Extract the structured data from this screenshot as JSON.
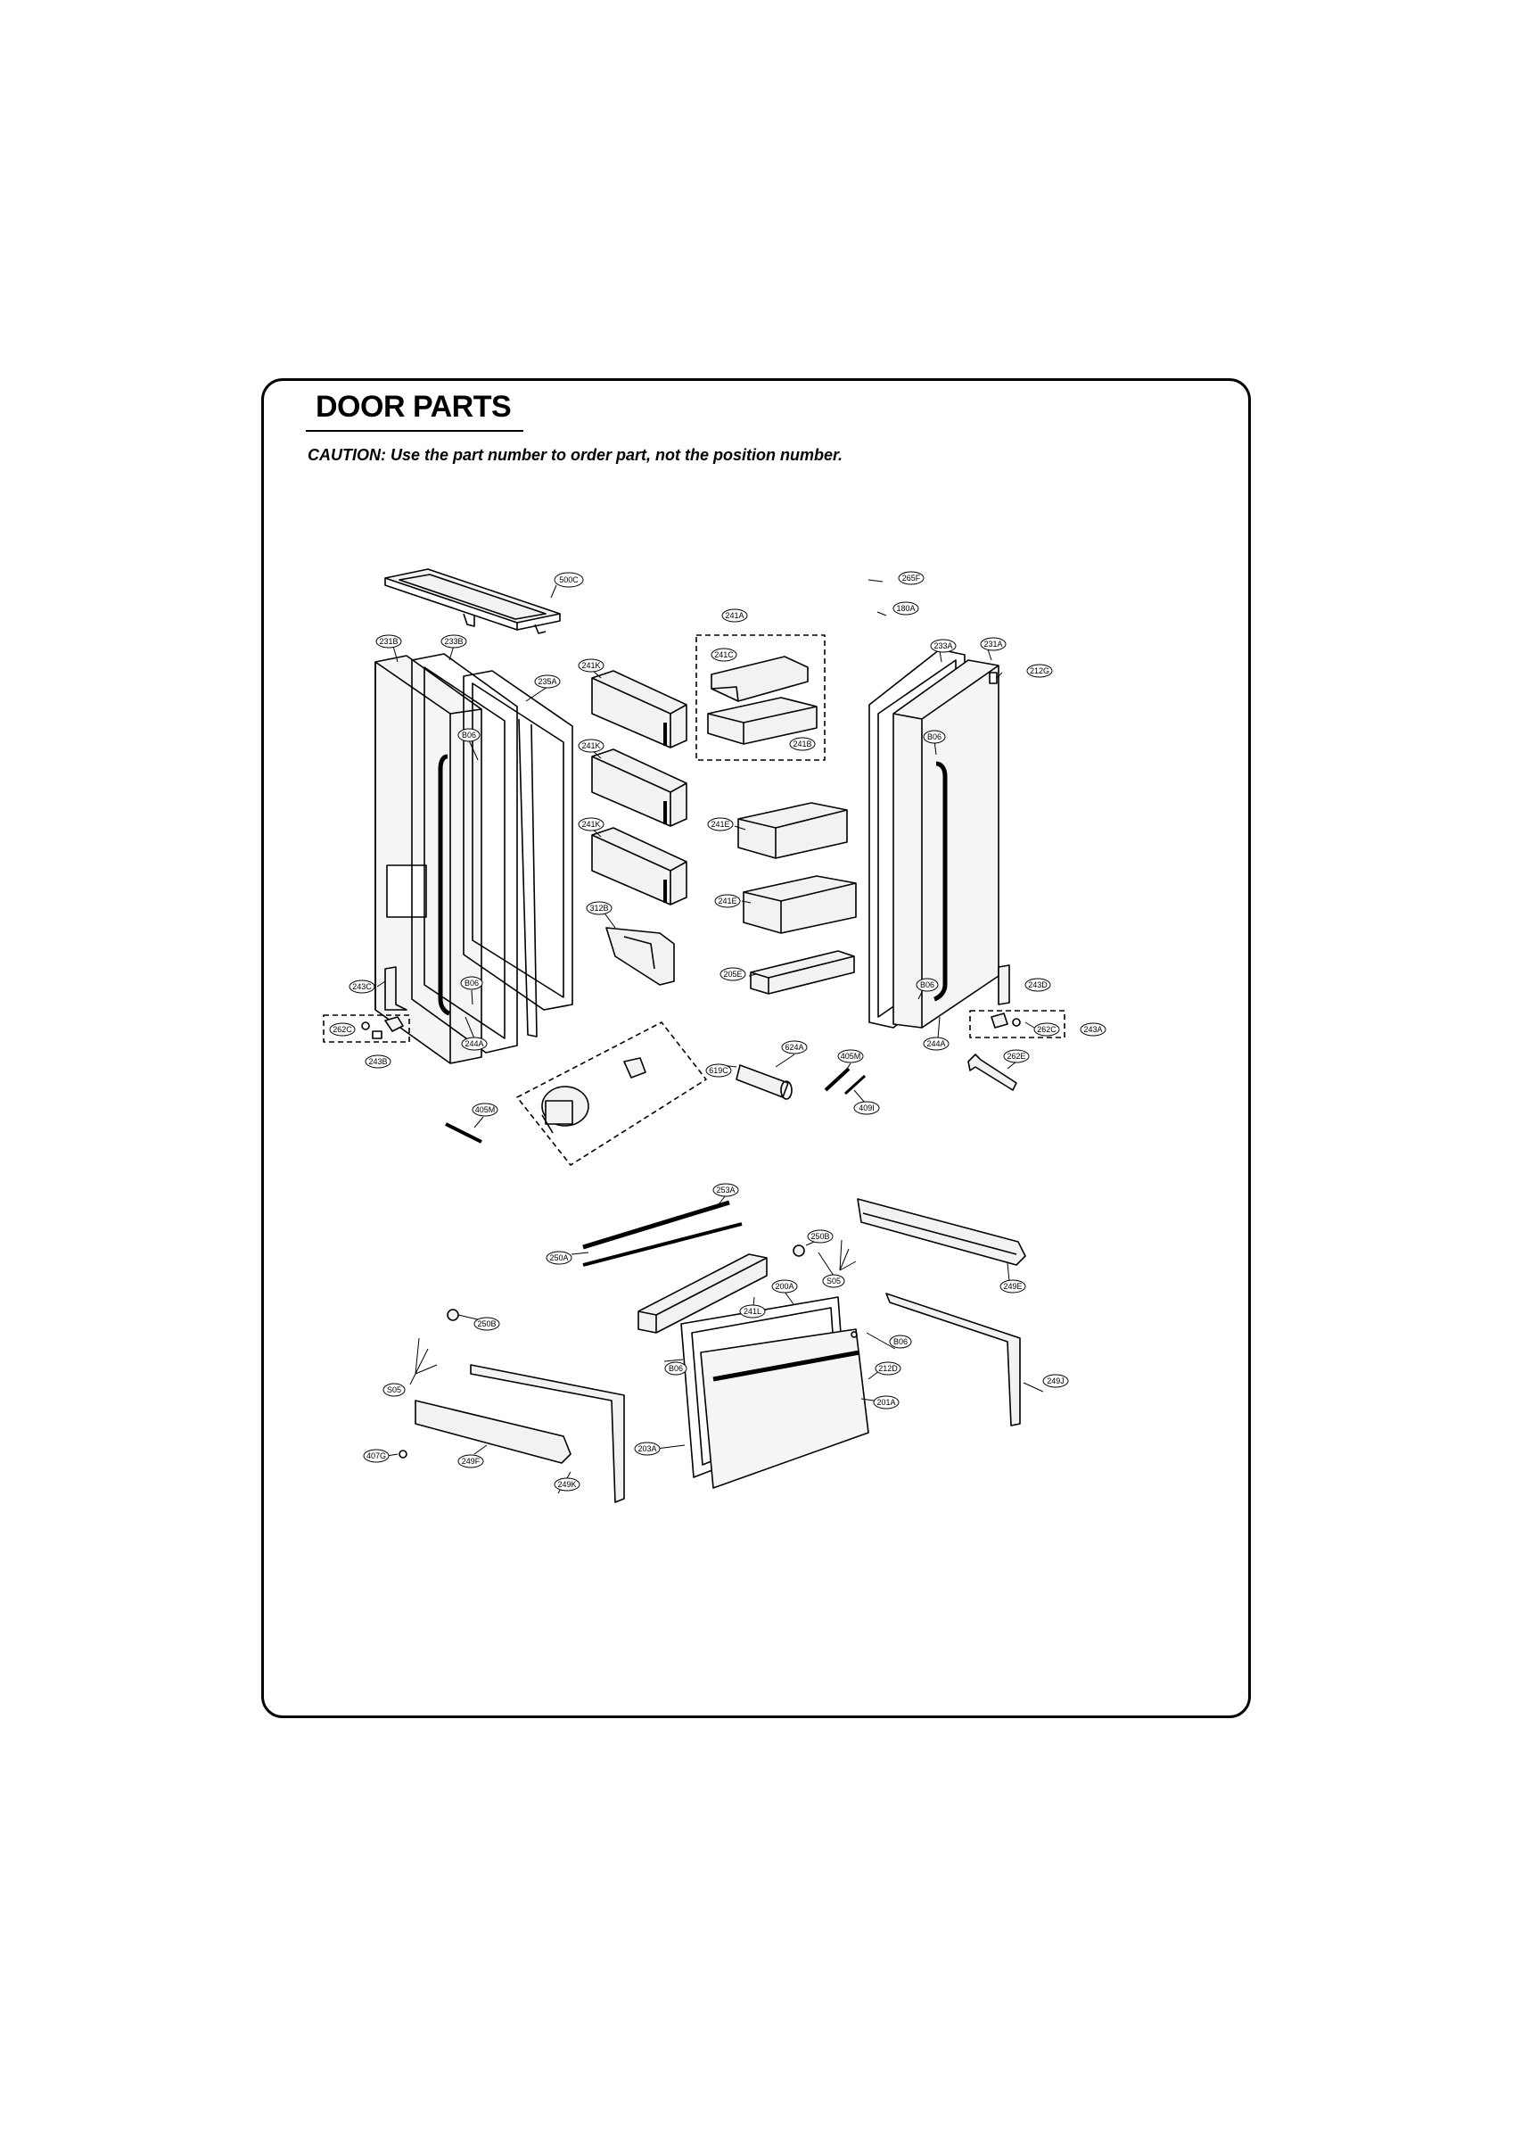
{
  "section": {
    "title": "DOOR PARTS",
    "caution": "CAUTION: Use the part number to order part, not the position number."
  },
  "callouts": {
    "500C": "500C",
    "265F": "265F",
    "180A": "180A",
    "241A": "241A",
    "241C": "241C",
    "241B": "241B",
    "231B": "231B",
    "233B": "233B",
    "235A": "235A",
    "241K_1": "241K",
    "241K_2": "241K",
    "241K_3": "241K",
    "B06_1": "B06",
    "B06_2": "B06",
    "B06_3": "B06",
    "B06_4": "B06",
    "B06_5": "B06",
    "B06_6": "B06",
    "233A": "233A",
    "231A": "231A",
    "212G": "212G",
    "241E_1": "241E",
    "241E_2": "241E",
    "312B": "312B",
    "205E": "205E",
    "243C": "243C",
    "243D": "243D",
    "262C_1": "262C",
    "262C_2": "262C",
    "243B": "243B",
    "243A": "243A",
    "244A_1": "244A",
    "244A_2": "244A",
    "624A": "624A",
    "619C": "619C",
    "405M_1": "405M",
    "405M_2": "405M",
    "409I": "409I",
    "262E": "262E",
    "253A": "253A",
    "250A": "250A",
    "250B_1": "250B",
    "250B_2": "250B",
    "S05_1": "S05",
    "S05_2": "S05",
    "249E": "249E",
    "241L": "241L",
    "200A": "200A",
    "212D": "212D",
    "201A": "201A",
    "203A": "203A",
    "249J": "249J",
    "249F": "249F",
    "249K": "249K",
    "407G": "407G"
  },
  "colors": {
    "line": "#000000",
    "fill": "#f2f2f2",
    "background": "#ffffff"
  }
}
